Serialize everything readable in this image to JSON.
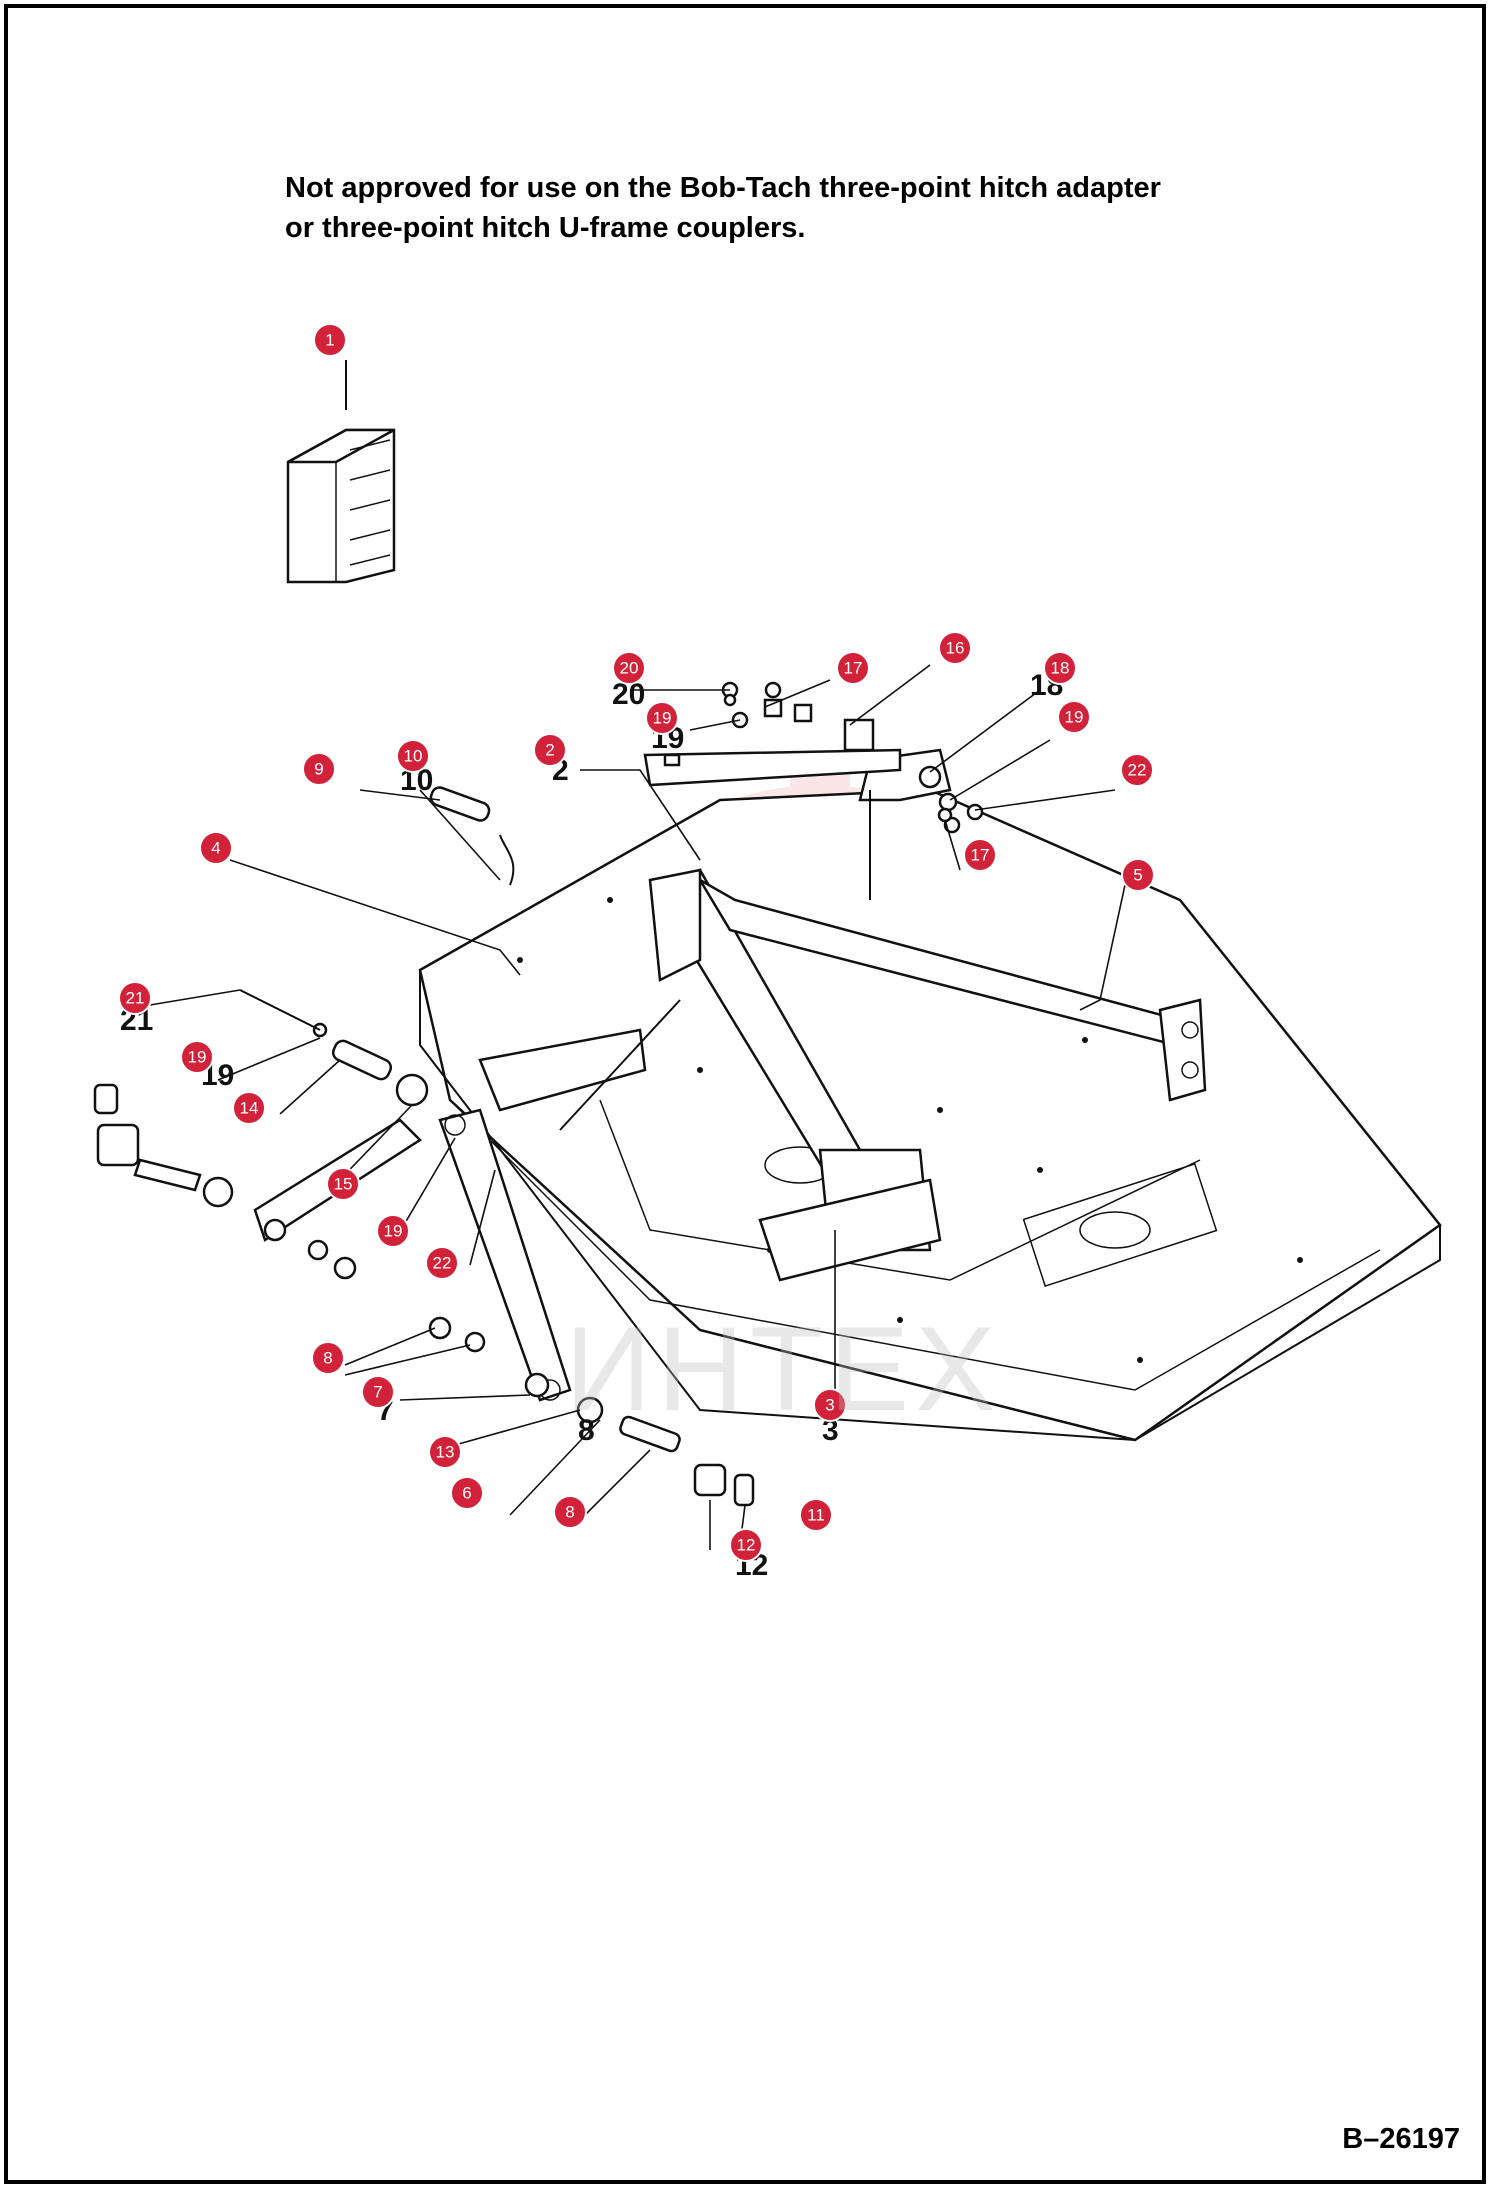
{
  "note": {
    "line1": "Not approved for use on the Bob-Tach three-point hitch adapter",
    "line2": "or three-point hitch U-frame couplers."
  },
  "figure_id": "B–26197",
  "watermark": "ИНТЕХ",
  "colors": {
    "callout": "#d1223a",
    "line": "#111111",
    "watermark": "#f2b8b8"
  },
  "callouts": [
    "1",
    "2",
    "3",
    "4",
    "5",
    "6",
    "7",
    "8",
    "8",
    "9",
    "10",
    "11",
    "12",
    "13",
    "14",
    "15",
    "16",
    "17",
    "17",
    "18",
    "19",
    "19",
    "19",
    "19",
    "20",
    "21",
    "22",
    "22"
  ]
}
